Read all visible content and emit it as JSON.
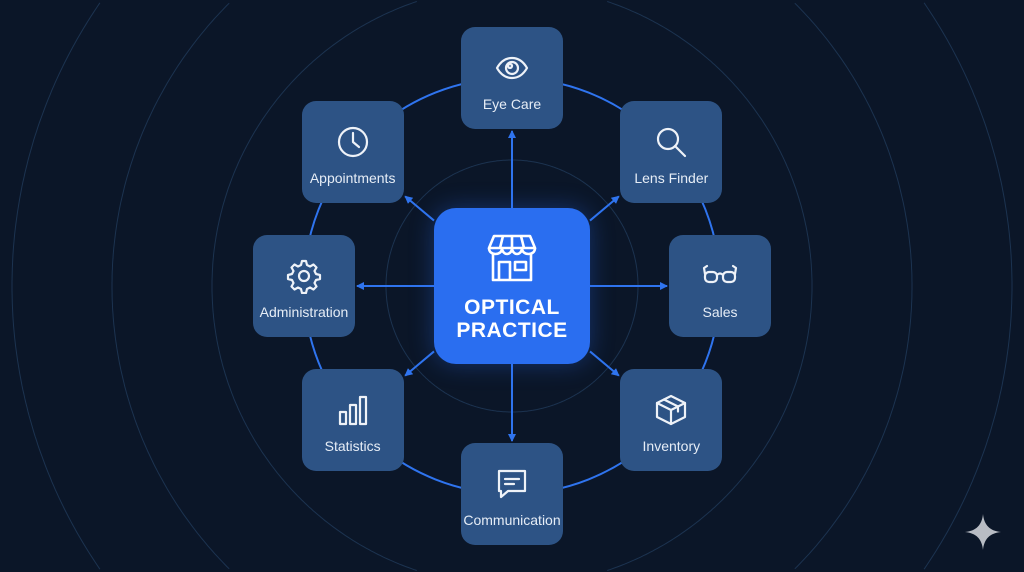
{
  "center": {
    "line1": "OPTICAL",
    "line2": "PRACTICE",
    "icon": "storefront-icon"
  },
  "nodes": [
    {
      "label": "Eye Care",
      "icon": "eye-icon",
      "angle": -90
    },
    {
      "label": "Lens Finder",
      "icon": "search-icon",
      "angle": -40
    },
    {
      "label": "Sales",
      "icon": "glasses-icon",
      "angle": 0
    },
    {
      "label": "Inventory",
      "icon": "box-icon",
      "angle": 40
    },
    {
      "label": "Communication",
      "icon": "chat-icon",
      "angle": 90
    },
    {
      "label": "Statistics",
      "icon": "bar-chart-icon",
      "angle": 140
    },
    {
      "label": "Administration",
      "icon": "gear-icon",
      "angle": 180
    },
    {
      "label": "Appointments",
      "icon": "clock-icon",
      "angle": 220
    }
  ],
  "colors": {
    "background": "#0b1628",
    "node": "#2d5385",
    "center": "#2a6ef0",
    "accent": "#2f74ef"
  }
}
